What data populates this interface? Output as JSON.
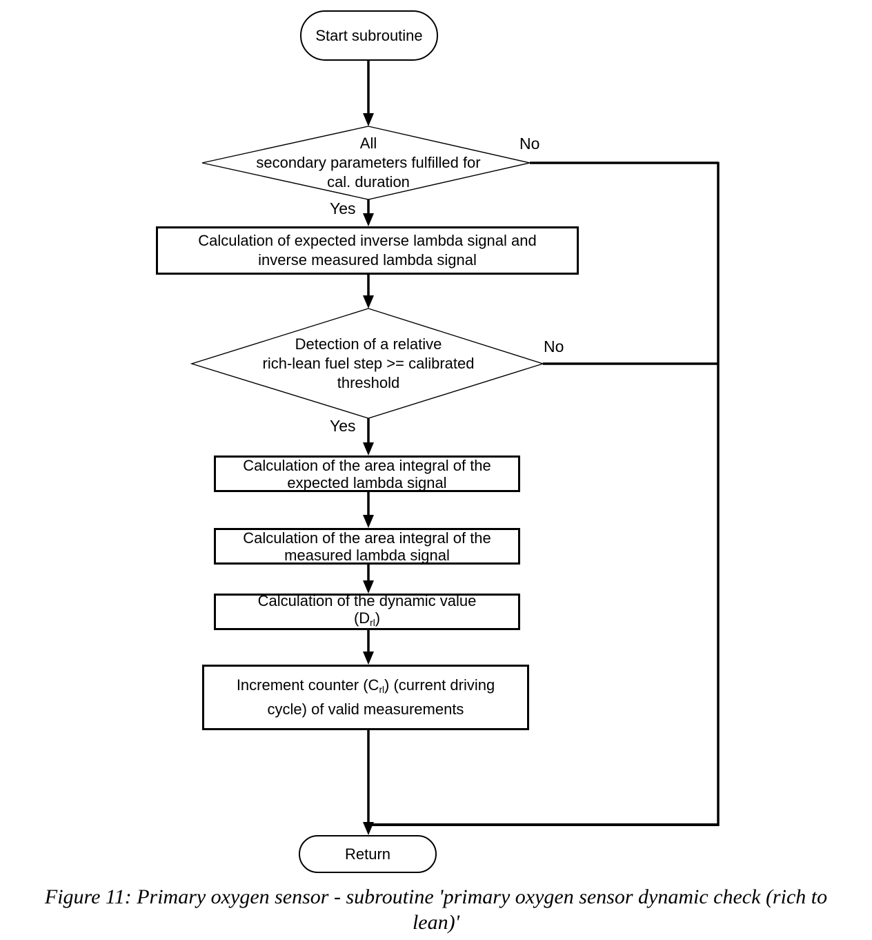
{
  "flowchart": {
    "start": {
      "label": "Start subroutine"
    },
    "decision_params": {
      "lines": [
        "All",
        "secondary parameters fulfilled for",
        "cal. duration"
      ],
      "yes_label": "Yes",
      "no_label": "No"
    },
    "process_inverse_calc": {
      "lines": [
        "Calculation of expected inverse lambda signal and",
        "inverse measured lambda signal"
      ]
    },
    "decision_fuel_step": {
      "lines": [
        "Detection of a relative",
        "rich-lean fuel step >= calibrated",
        "threshold"
      ],
      "yes_label": "Yes",
      "no_label": "No"
    },
    "process_area_expected": {
      "lines": [
        "Calculation of the area integral of the",
        "expected lambda signal"
      ]
    },
    "process_area_measured": {
      "lines": [
        "Calculation of the area integral of the",
        "measured lambda signal"
      ]
    },
    "process_dynamic_value": {
      "line1": "Calculation of the dynamic value",
      "line2_prefix": "(D",
      "line2_sub": "rl",
      "line2_suffix": ")"
    },
    "process_increment_counter": {
      "line1_prefix": "Increment counter (C",
      "line1_sub": "rl",
      "line1_suffix": ") (current driving",
      "line2": "cycle) of valid measurements"
    },
    "end": {
      "label": "Return"
    }
  },
  "caption": {
    "line1": "Figure 11: Primary oxygen sensor - subroutine 'primary oxygen sensor dynamic check (rich to",
    "line2": "lean)'"
  },
  "colors": {
    "ink": "#000000",
    "background": "#ffffff"
  }
}
